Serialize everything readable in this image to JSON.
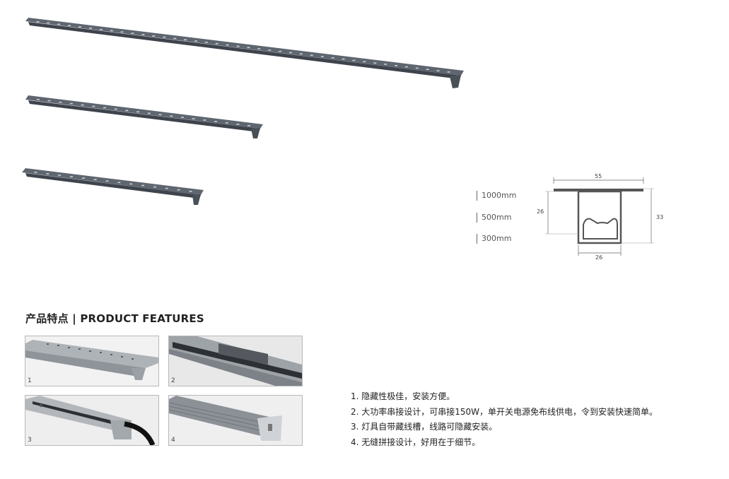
{
  "lengths": [
    "1000mm",
    "500mm",
    "300mm"
  ],
  "dimensions": {
    "top_width": "55",
    "height_left": "26",
    "height_right": "33",
    "bottom_width": "26"
  },
  "section_title": "产品特点 | PRODUCT FEATURES",
  "thumbnails": [
    {
      "num": "1"
    },
    {
      "num": "2"
    },
    {
      "num": "3"
    },
    {
      "num": "4"
    }
  ],
  "features": [
    "1. 隐藏性极佳，安装方便。",
    "2. 大功率串接设计，可串接150W，单开关电源免布线供电，令到安装快速简单。",
    "3. 灯具自带藏线槽，线路可隐藏安装。",
    "4. 无缝拼接设计，好用在于细节。"
  ],
  "colors": {
    "bar_top": "#5f6670",
    "bar_side": "#3e444c",
    "hole": "#c9ced4"
  }
}
